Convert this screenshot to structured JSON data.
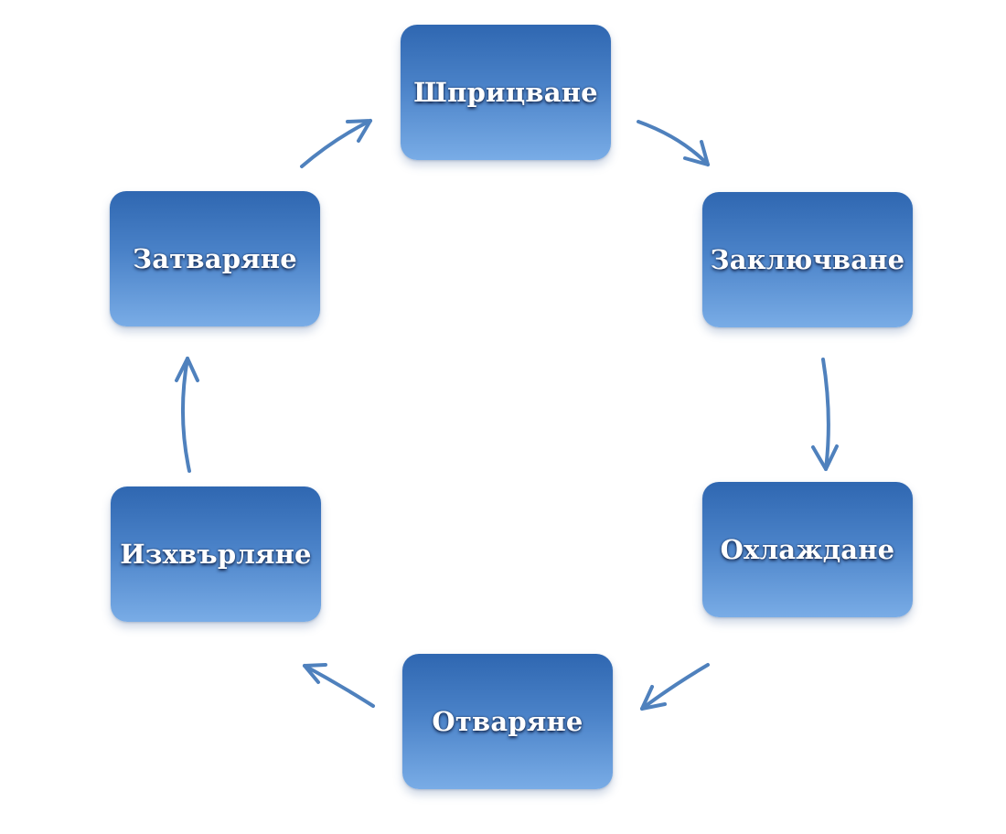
{
  "diagram": {
    "type": "cycle",
    "nodes": [
      {
        "id": "node-1",
        "label": "Шприцване"
      },
      {
        "id": "node-2",
        "label": "Заключване"
      },
      {
        "id": "node-3",
        "label": "Охлаждане"
      },
      {
        "id": "node-4",
        "label": "Отваряне"
      },
      {
        "id": "node-5",
        "label": "Изхвърляне"
      },
      {
        "id": "node-6",
        "label": "Затваряне"
      }
    ],
    "edges": [
      {
        "from": "node-1",
        "to": "node-2"
      },
      {
        "from": "node-2",
        "to": "node-3"
      },
      {
        "from": "node-3",
        "to": "node-4"
      },
      {
        "from": "node-4",
        "to": "node-5"
      },
      {
        "from": "node-5",
        "to": "node-6"
      },
      {
        "from": "node-6",
        "to": "node-1"
      }
    ],
    "colors": {
      "box_top": "#2f67b1",
      "box_bottom": "#79ace6",
      "arrow": "#4f81bd",
      "label": "#ffffff"
    }
  }
}
